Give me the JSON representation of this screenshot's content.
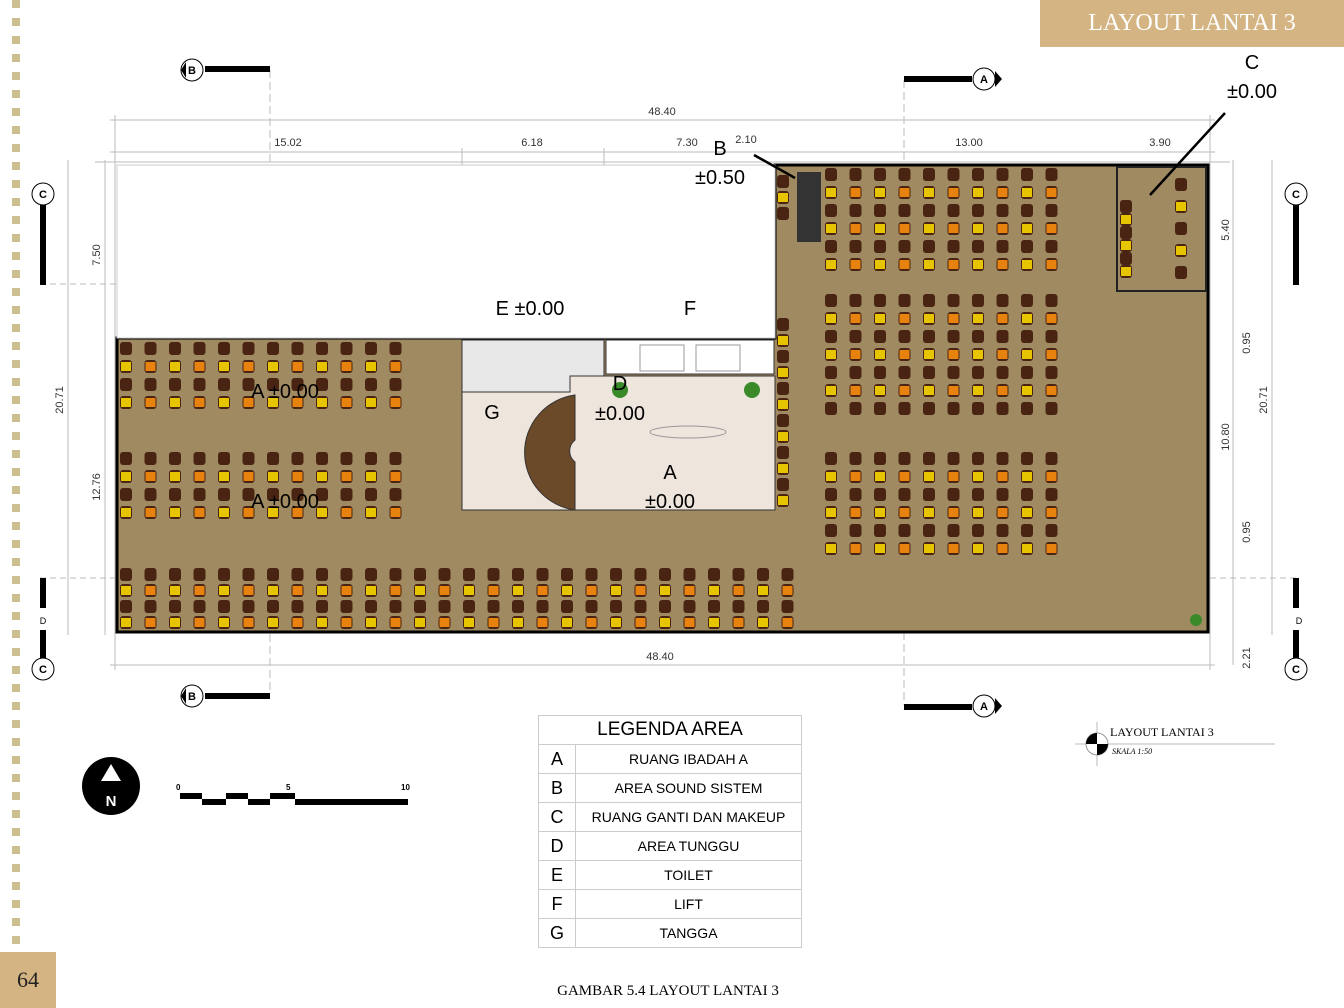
{
  "page": {
    "title": "LAYOUT LANTAI 3",
    "page_number": "64",
    "caption": "GAMBAR  5.4 LAYOUT LANTAI 3"
  },
  "plan": {
    "dims_top": {
      "total": "48.40",
      "segments": [
        "15.02",
        "6.18",
        "7.30",
        "2.10",
        "13.00",
        "3.90"
      ]
    },
    "dims_bottom": "48.40",
    "dims_left": {
      "total": "20.71",
      "upper": "7.50",
      "lower": "12.76"
    },
    "dims_right": {
      "total": "20.71",
      "a": "5.40",
      "b": "0.95",
      "c": "10.80",
      "d": "0.95",
      "e": "2.21"
    },
    "section_marks": {
      "a": "A",
      "b": "B",
      "c": "C",
      "d": "D"
    },
    "labels": [
      {
        "key": "B",
        "elev": "±0.50"
      },
      {
        "key": "C",
        "elev": "±0.00"
      },
      {
        "key": "E ±0.00"
      },
      {
        "key": "F"
      },
      {
        "key": "A ±0.00"
      },
      {
        "key": "A ±0.00"
      },
      {
        "key": "D",
        "elev": "±0.00"
      },
      {
        "key": "G"
      },
      {
        "key": "A",
        "elev": "±0.00"
      }
    ],
    "north": "N",
    "scale_bar": [
      "0",
      "5",
      "10"
    ],
    "layout_title": "LAYOUT LANTAI 3",
    "layout_scale": "SKALA 1:50"
  },
  "legend": {
    "title": "LEGENDA AREA",
    "rows": [
      {
        "key": "A",
        "label": "RUANG IBADAH A"
      },
      {
        "key": "B",
        "label": "AREA SOUND SISTEM"
      },
      {
        "key": "C",
        "label": "RUANG GANTI DAN MAKEUP"
      },
      {
        "key": "D",
        "label": "AREA TUNGGU"
      },
      {
        "key": "E",
        "label": "TOILET"
      },
      {
        "key": "F",
        "label": "LIFT"
      },
      {
        "key": "G",
        "label": "TANGGA"
      }
    ]
  },
  "colors": {
    "accent": "#d4b483",
    "floor": "#a08a62",
    "chair": "#4a2412",
    "seat_orange": "#e8820e",
    "seat_yellow": "#e6c400"
  }
}
